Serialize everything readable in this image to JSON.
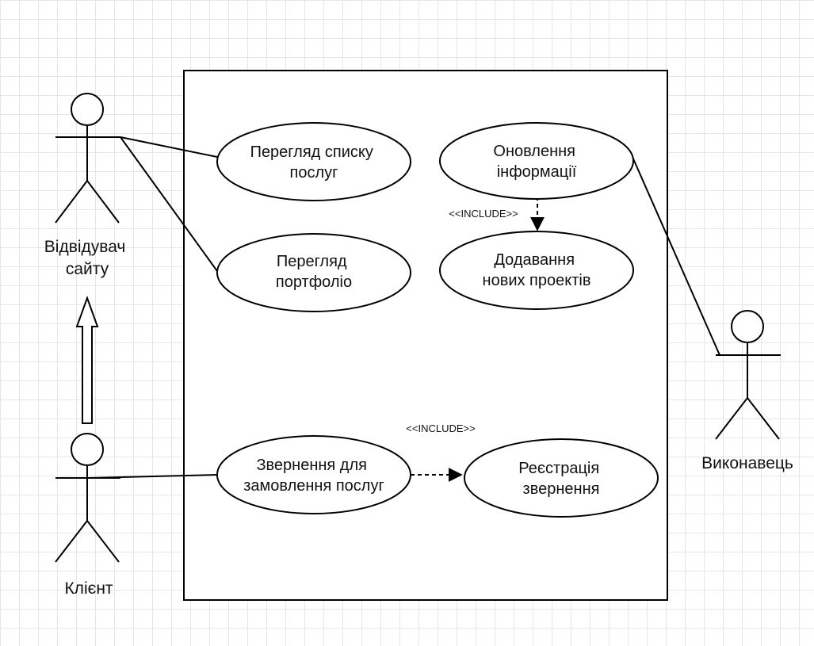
{
  "actors": {
    "visitor": [
      "Відвідувач",
      "сайту"
    ],
    "client": "Клієнт",
    "executor": "Виконавець"
  },
  "use_cases": {
    "view_services": [
      "Перегляд списку",
      "послуг"
    ],
    "view_portfolio": [
      "Перегляд",
      "портфоліо"
    ],
    "update_info": [
      "Оновлення",
      "інформації"
    ],
    "add_projects": [
      "Додавання",
      "нових проектів"
    ],
    "order_request": [
      "Звернення для",
      "замовлення послуг"
    ],
    "register_request": [
      "Реєстрація",
      "звернення"
    ]
  },
  "relations": {
    "include_label_1": "<<INCLUDE>>",
    "include_label_2": "<<INCLUDE>>"
  }
}
